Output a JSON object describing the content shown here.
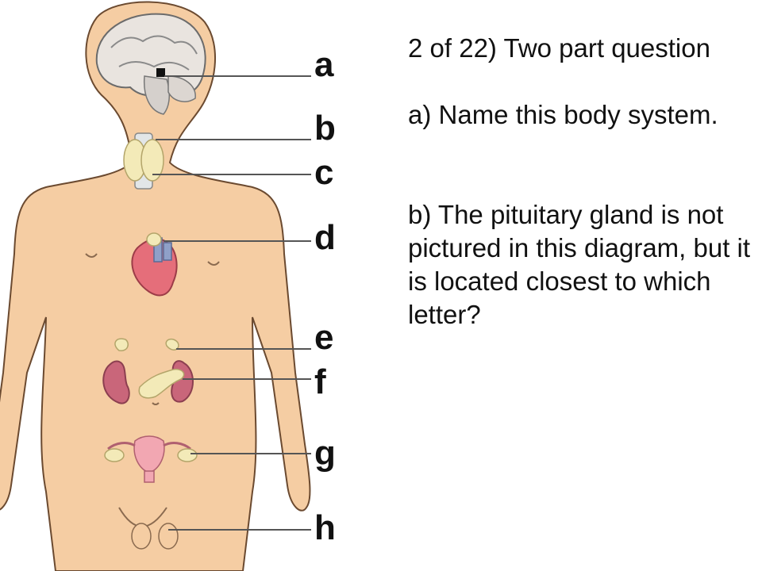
{
  "question": {
    "title": "2 of 22) Two part question",
    "part_a": "a) Name this body system.",
    "part_b": "b) The pituitary gland is not pictured in this diagram, but it is located closest to which letter?"
  },
  "diagram": {
    "labels": [
      "a",
      "b",
      "c",
      "d",
      "e",
      "f",
      "g",
      "h"
    ],
    "colors": {
      "skin": "#f5cda3",
      "skin_outline": "#6b4a30",
      "brain": "#e9e4df",
      "heart": "#e56e7a",
      "kidney": "#c9667a",
      "gland": "#f3eab8",
      "uterus": "#f2a7b2",
      "leader_line": "#555555"
    }
  }
}
